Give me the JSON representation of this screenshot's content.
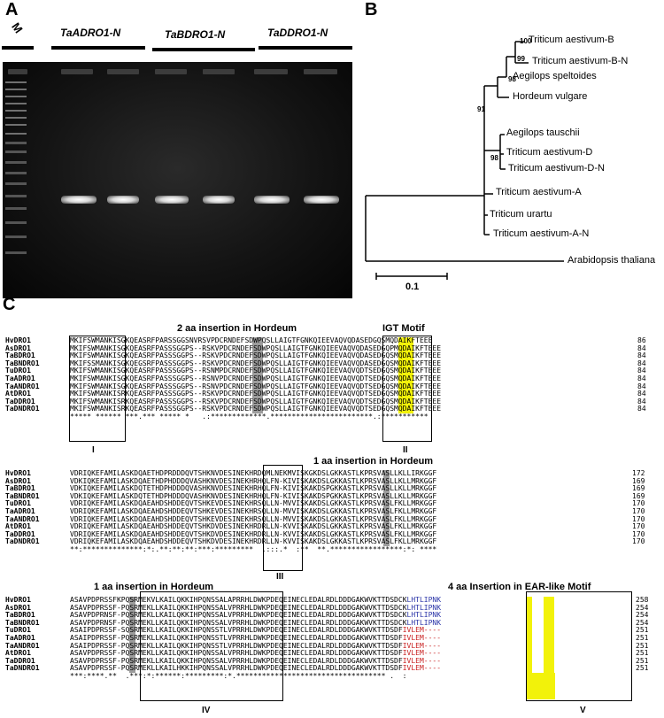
{
  "panelA": {
    "label": "A",
    "marker": "M",
    "groups": [
      "TaADRO1-N",
      "TaBDRO1-N",
      "TaDDRO1-N"
    ]
  },
  "panelB": {
    "label": "B",
    "taxa": [
      "Triticum aestivum-B",
      "Triticum aestivum-B-N",
      "Aegilops speltoides",
      "Hordeum vulgare",
      "Aegilops tauschii",
      "Triticum aestivum-D",
      "Triticum aestivum-D-N",
      "Triticum aestivum-A",
      "Triticum urartu",
      "Triticum aestivum-A-N",
      "Arabidopsis thaliana"
    ],
    "bootstraps": [
      "100",
      "99",
      "98",
      "91",
      "98"
    ],
    "scale": "0.1"
  },
  "panelC": {
    "label": "C",
    "annotations": {
      "a1": "2 aa insertion in Hordeum",
      "igt": "IGT Motif",
      "a2": "1 aa insertion in Hordeum",
      "a3": "1 aa insertion in Hordeum",
      "a4": "4 aa Insertion in EAR-like Motif"
    },
    "roman": [
      "I",
      "II",
      "III",
      "IV",
      "V"
    ],
    "names": [
      "HvDRO1",
      "AsDRO1",
      "TaBDRO1",
      "TaBNDRO1",
      "TuDRO1",
      "TaADRO1",
      "TaANDRO1",
      "AtDRO1",
      "TaDDRO1",
      "TaDNDRO1"
    ],
    "block1": {
      "seqs": [
        "MKIFSWMANKISGKQEASRFPARSSGGSNVRSVPDCRNDEFSDWPQSLLAIGTFGNKQIEEVAQVQDASEDGQSMQDAIKFTEEE",
        "MKIFSWMANKISGKQEASRFPASSSGGPS--RSKVPDCRNDEFSDWPQSLLAIGTFGNKQIEEVAQVQDASEDGQPMQDAIKFTEEE",
        "MKIFSWMANKISGKQEASRFPASSSGGPS--RSKVPDCRNDEFSDWPQSLLAIGTFGNKQIEEVAQVQDASEDGQSMQDAIKFTEEE",
        "MKIFSSMANKISGKQEGSRFPASSSGGPS--RSKVPDCRNDEFSDWPQSLLAIGTFGNKQIEEVAQVQDASEDGQSMQDAIKFTEEE",
        "MKIFSWMANKISGKQEASRFPASSSGGPS--RSNMPDCRNDEFSDWPQSLLAIGTFGNKQIEEVAQVQDTSEDGQSMQDAIKFTEEE",
        "MKIFSWMANKISGKQEASRFPASSSGGPS--RSNVPDCRNDEFSDWPQSLLAIGTFGNKQIEEVAQVQDTSEDGQSMQDAIKFTEEE",
        "MKIFSWMANKISGKQEASRFPASSSGGPS--RSNVPDCRNDEFSDWPQSLLAIGTFGNKQIEEVAQVQDTSEDGQSMQDAIKFTEEE",
        "MKIFSWMANKISRKQEASRFPASSSGGPS--RSKVPDCRNDEFSDWPQSLLAIGTFGNKQIEEVAQVQDTSEDGQSMQDAIKFTEEE",
        "MKIFSWMANKISRKQEASRFPASSSGGPS--RSKVPDCRNDEFSDWPQSLLAIGTFGNKQIEEVAQVQDTSEDGQSMQDAIKFTEEE",
        "MKIFSWMANKISRKQEASRFPASSSGGPS--RSKVPDCRNDEFSDWPQSLLAIGTFGNKQIEEVAQVQDTSEDGQSMQDAIKFTEEE"
      ],
      "nums": [
        "86",
        "84",
        "84",
        "84",
        "84",
        "84",
        "84",
        "84",
        "84",
        "84"
      ],
      "cons": "***** ****** ***.*** ***** *   .:*************.************************.:***********"
    },
    "block2": {
      "seqs": [
        "VDRIQKEFAMILASKDQAETHDPRDDDQVTSHKNVDESINEKHRDQMLNEKMVISKGKDSLGKKASTLKPRSVASLLKLLIRKGGF",
        "VDKIQKEFAMILASKDQAETHDPHDDDQVASHKNVDESINEKHRHQLFN-KIVISKAKDSLGKKASTLKPRSVASLLKLLMRKGGF",
        "VDKIQKEFAMILASKDQTETHDPHDDDQVASHKNVDESINEKHRHQLFN-KIVISKAKDSPGKKASTLKPRSVASLLKLLMRKGGF",
        "VDKIQKEFAMILASKDQTETHDPHDDDQVASHKNVDESINEKHRHQLFN-KIVISKAKDSPGKKASTLKPRSVASLLKLLMRKGGF",
        "VDRIQKEFAMILASKDQAEAHDSHDDEQVTSHKEVDESINEKHRSQLLN-MVVISKAKDSLGKKASTLKPRSVASLFKLLMRKGGF",
        "VDRIQKEFAMILASKDQAEAHDSHDDEQVTSHKEVDESINEKHRSQLLN-MVVISKAKDSLGKKASTLKPRSVASLFKLLMRKGGF",
        "VDRIQKEFAMILASKDQAEAHDSHDDEQVTSHKEVDESINEKHRSQLLN-MVVISKAKDSLGKKASTLKPRSVASLFKLLMRKGGF",
        "VDRIQKEFAMILASKDQAEAHDSHDDEQVTSHKDVDESINEKHRDRLLN-KVVISKAKDSLGKKASTLKPRSVASLFKLLMRKGGF",
        "VDRIQKEFAMILASKDQAEAHDSHDDEQVTSHKDVDESINEKHRDRLLN-KVVISKAKDSLGKKASTLKPRSVASLFKLLMRKGGF",
        "VDRIQKEFAMILASKDQAEAHDSHDDEQVTSHKDVDESINEKHRDRLLN-KVVISKAKDSLGKKASTLKPRSVASLFKLLMRKGGF"
      ],
      "nums": [
        "172",
        "169",
        "169",
        "169",
        "170",
        "170",
        "170",
        "170",
        "170",
        "170"
      ],
      "cons": "**:**************:*:.**:**:**:***:*********  .:::.*  :**  **.*****************:*: ****"
    },
    "block3": {
      "seqs": [
        "ASAVPDPRSSFKPQSRMEKVLKAILQKKIHPQNSSALAPRRHLDWKPDEQEINECLEDALRDLDDDGAKWVKTTDSDCKLHTLIPNK",
        "ASAVPDPRSSF-PQSRMEKLLKAILQKKIHPQNSSALVPRRHLDWKPDEQEINECLEDALRDLDDDGAKWVKTTDSDCKLHTLIPNK",
        "ASAVPDPRNSF-PQSRMEKLLKAILQKKIHPQNSSALVPRRHLDWKPDEQEINECLEDALRDLDDDGAKWVKTTDSDCKLHTLIPNK",
        "ASAVPDPRNSF-PQSRMEKLLKAILQKKIHPQNSSALVPRRHLDWKPDEQEINECLEDALRDLDDDGAKWVKTTDSDCKLHTLIPNK",
        "ASAIPDPRSSF-SQSRMEKLLKAILQKKIHPQNSSTLVPRRHLDWKPDEQEINECLEDALRDLDDDGAKWVKTTDSDFIVLEM----",
        "ASAIPDPRSSF-PQSRMEKLLKAILQKKIHPQNSSTLVPRRHLDWKPDEQEINECLEDALRDLDDDGAKWVKTTDSDFIVLEM----",
        "ASAIPDPRSSF-PQSRMEKLLKAILQKKIHPQNSSTLVPRRHLDWKPDEQEINECLEDALRDLDDDGAKWVKTTDSDFIVLEM----",
        "ASAVPDPRSSF-PQSRMEKLLKAILQKKIHPQNSSALVPRRHLDWKPDEQEINECLEDALRDLDDDGAKWVKTTDSDFIVLEM----",
        "ASAVPDPRSSF-PQSRMEKLLKAILQKKIHPQNSSALVPRRHLDWKPDEQEINECLEDALRDLDDDGAKWVKTTDSDFIVLEM----",
        "ASAVPDPRSSF-PQSRMEKLLKAILHKKIHPQNSSALVPRRHLDWKPDEQEINECLEDALRDLDDDGAKWVKTTDSDFIVLEM----"
      ],
      "nums": [
        "258",
        "254",
        "254",
        "254",
        "251",
        "251",
        "251",
        "251",
        "251",
        "251"
      ],
      "cons": "***:****.**  .***:*:******:*********:*.*********************************** .  :"
    }
  }
}
